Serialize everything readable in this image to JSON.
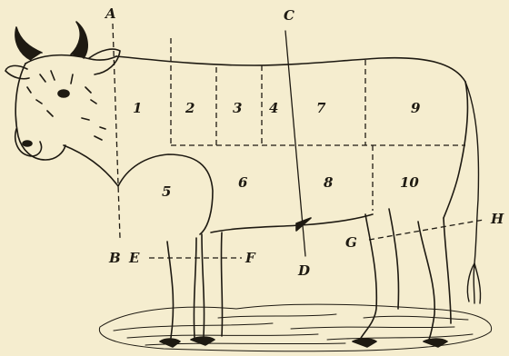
{
  "diagram": {
    "section_numbers": {
      "s1": "1",
      "s2": "2",
      "s3": "3",
      "s4": "4",
      "s5": "5",
      "s6": "6",
      "s7": "7",
      "s8": "8",
      "s9": "9",
      "s10": "10"
    },
    "line_letters": {
      "A": "A",
      "B": "B",
      "C": "C",
      "D": "D",
      "E": "E",
      "F": "F",
      "G": "G",
      "H": "H"
    }
  },
  "colors": {
    "paper": "#f5edcf",
    "ink": "#1e1a12"
  }
}
